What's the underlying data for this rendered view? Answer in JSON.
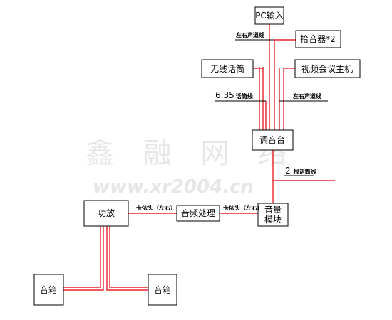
{
  "colors": {
    "signal_line": "#e8232a",
    "box_border": "#000000",
    "watermark": "#e6e6e6"
  },
  "watermark": {
    "site_name": "鑫 融 网 络",
    "url": "www.xr2004.cn"
  },
  "devices": {
    "pc_input": "PC输入",
    "pickup": "拾音器*2",
    "wireless_mic": "无线话筒",
    "video_conf_host": "视频会议主机",
    "mixer": "调音台",
    "volume_module_line1": "音量",
    "volume_module_line2": "模块",
    "audio_processor": "音频处理",
    "amplifier": "功放",
    "speaker_left": "音箱",
    "speaker_right": "音箱"
  },
  "connections": {
    "lr_audio_line_top": "左右声道线",
    "lr_audio_line_right": "左右声道线",
    "mic_line_635_value": "6.35",
    "mic_line_635_text": "话筒线",
    "mic_line_2_value": "2",
    "mic_line_2_text": "根话筒线",
    "canon_left": "卡侬头（左右）",
    "canon_right": "卡侬头（左右）"
  }
}
